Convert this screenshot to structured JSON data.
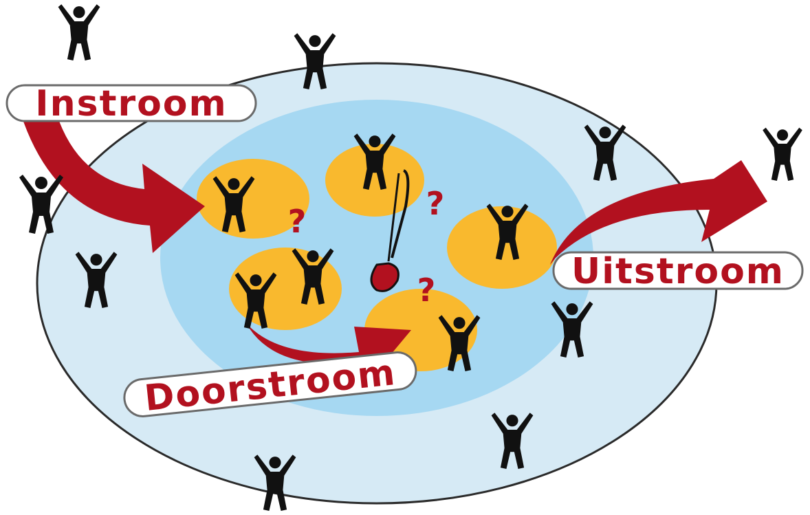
{
  "labels": {
    "instroom": "Instroom",
    "doorstroom": "Doorstroom",
    "uitstroom": "Uitstroom",
    "question_mark": "?"
  },
  "colors": {
    "outer_circle": "#d6eaf5",
    "inner_circle": "#a6d8f2",
    "group_blob": "#f9b92e",
    "arrow": "#b2111f",
    "figure": "#111111",
    "label_text": "#b2111f",
    "label_border": "#6a6a6a"
  },
  "icons": {
    "person": "person-jumping-icon",
    "thermometer": "thermometer-icon",
    "question": "question-mark-icon"
  }
}
